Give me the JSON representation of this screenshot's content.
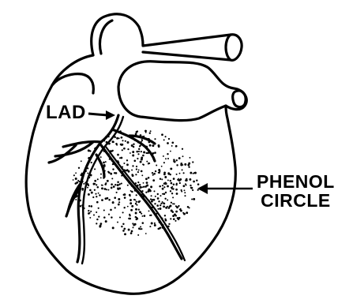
{
  "labels": {
    "lad": "LAD",
    "phenol_line1": "PHENOL",
    "phenol_line2": "CIRCLE"
  },
  "icons": {
    "heart": "heart-outline-drawing",
    "stipple": "dotted-phenol-region"
  },
  "colors": {
    "ink": "#000000",
    "paper": "#ffffff"
  }
}
